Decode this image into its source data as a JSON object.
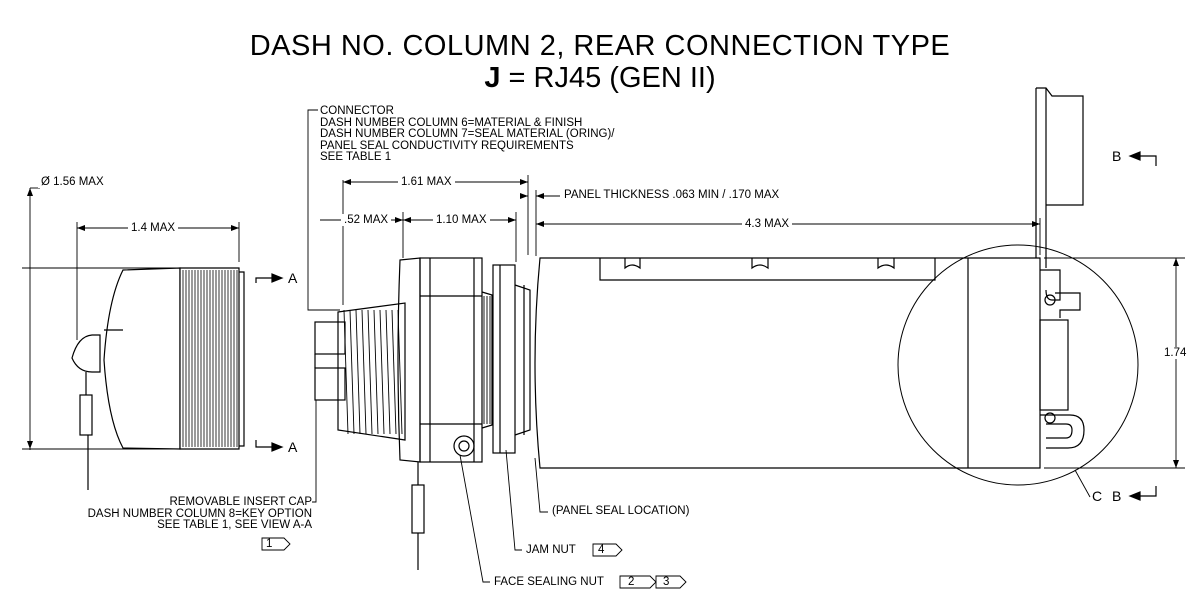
{
  "title": {
    "line1": "DASH NO. COLUMN 2, REAR CONNECTION TYPE",
    "line2_bold": "J",
    "line2_rest": " = RJ45 (GEN II)"
  },
  "callouts": {
    "connector": [
      "CONNECTOR",
      "DASH NUMBER COLUMN 6=MATERIAL & FINISH",
      "DASH NUMBER COLUMN 7=SEAL MATERIAL (ORING)/",
      "PANEL SEAL CONDUCTIVITY REQUIREMENTS",
      "SEE TABLE 1"
    ],
    "insert_cap": [
      "REMOVABLE INSERT CAP",
      "DASH NUMBER COLUMN 8=KEY OPTION",
      "SEE TABLE 1, SEE VIEW A-A"
    ],
    "insert_cap_note": "1",
    "panel_seal": "(PANEL SEAL LOCATION)",
    "jam_nut": "JAM NUT",
    "jam_nut_note": "4",
    "face_sealing_nut": "FACE SEALING NUT",
    "face_sealing_nut_notes": [
      "2",
      "3"
    ],
    "panel_thickness": "PANEL THICKNESS .063 MIN / .170 MAX"
  },
  "dimensions": {
    "diameter": "Ø 1.56 MAX",
    "cap_length": "1.4 MAX",
    "overall": "1.61 MAX",
    "flange": ".52 MAX",
    "thread": "1.10 MAX",
    "body_length": "4.3 MAX",
    "height": "1.74"
  },
  "views": {
    "a_top": "A",
    "a_bottom": "A",
    "b_top": "B",
    "b_bottom": "B",
    "detail": "C"
  }
}
